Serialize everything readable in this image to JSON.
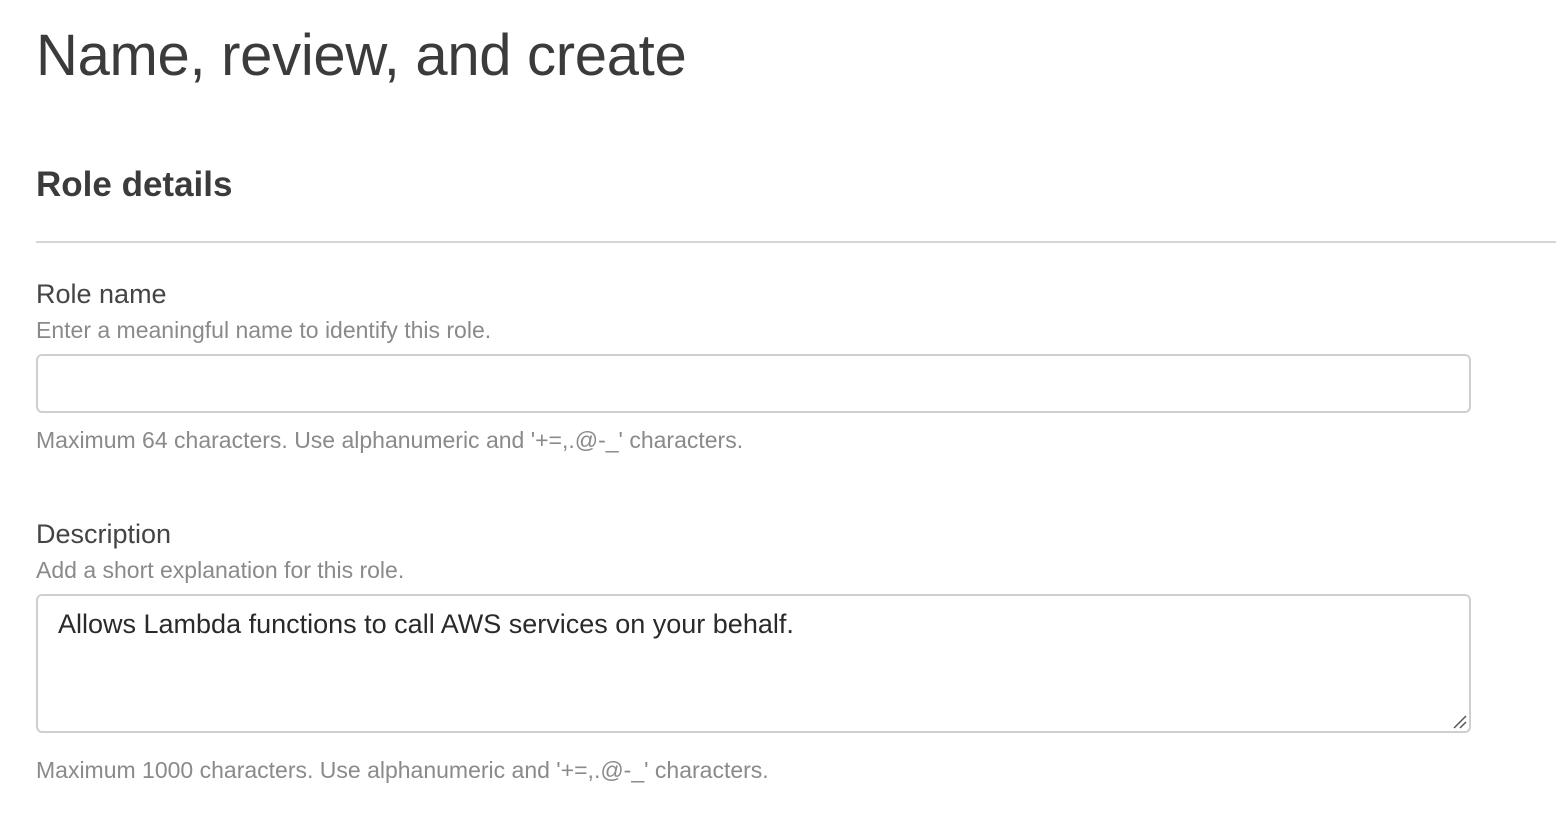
{
  "page": {
    "title": "Name, review, and create"
  },
  "role_details": {
    "section_title": "Role details",
    "role_name": {
      "label": "Role name",
      "help": "Enter a meaningful name to identify this role.",
      "value": "",
      "placeholder": "",
      "constraint": "Maximum 64 characters. Use alphanumeric and '+=,.@-_' characters."
    },
    "description": {
      "label": "Description",
      "help": "Add a short explanation for this role.",
      "value": "Allows Lambda functions to call AWS services on your behalf.",
      "constraint": "Maximum 1000 characters. Use alphanumeric and '+=,.@-_' characters."
    }
  },
  "icons": {
    "resize": "resize-handle-icon"
  },
  "colors": {
    "heading": "#3b3b3b",
    "label": "#444444",
    "muted": "#8a8a8a",
    "border": "#cfcfcf",
    "divider": "#d5d5d5"
  }
}
